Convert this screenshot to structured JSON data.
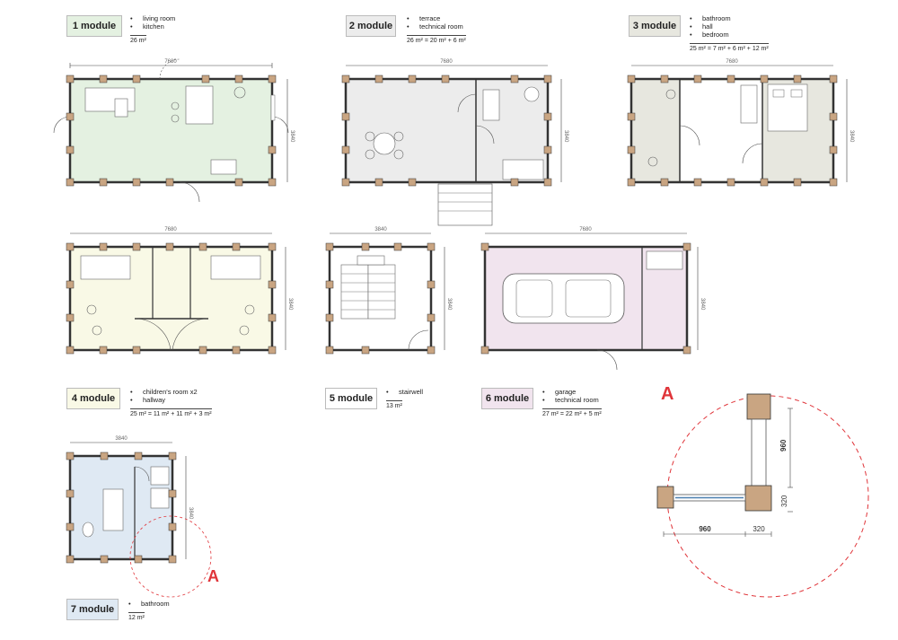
{
  "colors": {
    "module1": "#e4f1e1",
    "module2": "#ececec",
    "module3": "#e7e7df",
    "module4": "#f9f9e6",
    "module5": "#ffffff",
    "module6": "#f1e4ee",
    "module7": "#dfe9f3",
    "column": "#c9a582",
    "accent_red": "#e0353a"
  },
  "modules": [
    {
      "name": "1 module",
      "items": [
        "living room",
        "kitchen"
      ],
      "area": "26 m²"
    },
    {
      "name": "2 module",
      "items": [
        "terrace",
        "technical room"
      ],
      "area": "26 m² = 20 m² + 6 m²"
    },
    {
      "name": "3 module",
      "items": [
        "bathroom",
        "hall",
        "bedroom"
      ],
      "area": "25 m² = 7 m² + 6 m² + 12 m²"
    },
    {
      "name": "4 module",
      "items": [
        "children's room  x2",
        "hallway"
      ],
      "area": "25 m² = 11 m² + 11 m² + 3 m²"
    },
    {
      "name": "5 module",
      "items": [
        "stairwell"
      ],
      "area": "13 m²"
    },
    {
      "name": "6 module",
      "items": [
        "garage",
        "technical room"
      ],
      "area": "27 m² = 22 m² + 5 m²"
    },
    {
      "name": "7 module",
      "items": [
        "bathroom"
      ],
      "area": "12 m²"
    }
  ],
  "dimensions": {
    "long": "7680",
    "short": "3840"
  },
  "detail": {
    "label": "A",
    "dim_960": "960",
    "dim_320": "320"
  }
}
